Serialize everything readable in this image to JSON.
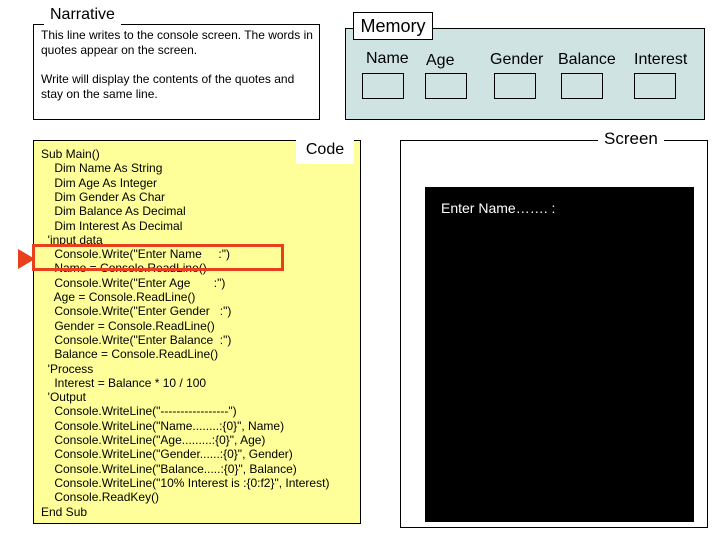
{
  "narrative": {
    "title": "Narrative",
    "paragraph1": "This line writes to the console screen. The words in quotes appear on the screen.",
    "paragraph2": "Write will display the contents of the quotes and stay on the same line."
  },
  "memory": {
    "title": "Memory",
    "variables": [
      "Name",
      "Age",
      "Gender",
      "Balance",
      "Interest"
    ]
  },
  "code": {
    "title": "Code",
    "lines": [
      "Sub Main()",
      "    Dim Name As String",
      "    Dim Age As Integer",
      "    Dim Gender As Char",
      "    Dim Balance As Decimal",
      "    Dim Interest As Decimal",
      "  'input data",
      "    Console.Write(\"Enter Name     :\")",
      "    Name = Console.ReadLine()",
      "    Console.Write(\"Enter Age       :\")",
      "    Age = Console.ReadLine()",
      "    Console.Write(\"Enter Gender   :\")",
      "    Gender = Console.ReadLine()",
      "    Console.Write(\"Enter Balance  :\")",
      "    Balance = Console.ReadLine()",
      "  'Process",
      "    Interest = Balance * 10 / 100",
      "  'Output",
      "    Console.WriteLine(\"-----------------\")",
      "    Console.WriteLine(\"Name........:{0}\", Name)",
      "    Console.WriteLine(\"Age.........:{0}\", Age)",
      "    Console.WriteLine(\"Gender......:{0}\", Gender)",
      "    Console.WriteLine(\"Balance.....:{0}\", Balance)",
      "    Console.WriteLine(\"10% Interest is :{0:f2}\", Interest)",
      "    Console.ReadKey()",
      "End Sub"
    ],
    "highlighted_line": 7
  },
  "screen": {
    "title": "Screen",
    "output": "Enter Name……. :"
  },
  "colors": {
    "memory_bg": "#cfe3e3",
    "code_bg": "#ffff99",
    "highlight_border": "#e8401c",
    "pointer": "#e8401c",
    "console_bg": "#000000",
    "console_text": "#ffffff"
  }
}
